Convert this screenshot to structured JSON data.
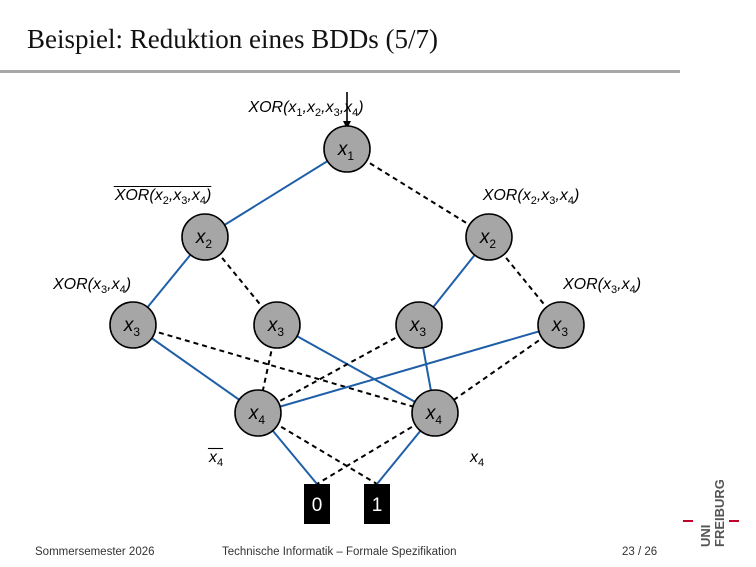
{
  "slide": {
    "title": "Beispiel: Reduktion eines BDDs (5/7)"
  },
  "diagram": {
    "root_label": {
      "fn": "XOR",
      "args": "x1,x2,x3,x4",
      "overline": false
    },
    "labels": [
      {
        "id": "lbl-x2-left",
        "fn": "XOR",
        "args": "x2,x3,x4",
        "overline": true
      },
      {
        "id": "lbl-x2-right",
        "fn": "XOR",
        "args": "x2,x3,x4",
        "overline": false
      },
      {
        "id": "lbl-x3-left",
        "fn": "XOR",
        "args": "x3,x4",
        "overline": false
      },
      {
        "id": "lbl-x3-right",
        "fn": "XOR",
        "args": "x3,x4",
        "overline": false
      },
      {
        "id": "lbl-x4-left",
        "fn": "",
        "args": "x4",
        "overline": true
      },
      {
        "id": "lbl-x4-right",
        "fn": "",
        "args": "x4",
        "overline": false
      }
    ],
    "nodes": [
      {
        "id": "n1",
        "var": "x1"
      },
      {
        "id": "n2a",
        "var": "x2"
      },
      {
        "id": "n2b",
        "var": "x2"
      },
      {
        "id": "n3a",
        "var": "x3"
      },
      {
        "id": "n3b",
        "var": "x3"
      },
      {
        "id": "n3c",
        "var": "x3"
      },
      {
        "id": "n3d",
        "var": "x3"
      },
      {
        "id": "n4a",
        "var": "x4"
      },
      {
        "id": "n4b",
        "var": "x4"
      }
    ],
    "terminals": [
      {
        "id": "t0",
        "value": "0"
      },
      {
        "id": "t1",
        "value": "1"
      }
    ],
    "edges": [
      {
        "from": "n1",
        "to": "n2a",
        "kind": "high"
      },
      {
        "from": "n1",
        "to": "n2b",
        "kind": "low"
      },
      {
        "from": "n2a",
        "to": "n3a",
        "kind": "high"
      },
      {
        "from": "n2a",
        "to": "n3b",
        "kind": "low"
      },
      {
        "from": "n2b",
        "to": "n3c",
        "kind": "high"
      },
      {
        "from": "n2b",
        "to": "n3d",
        "kind": "low"
      },
      {
        "from": "n3a",
        "to": "n4a",
        "kind": "high"
      },
      {
        "from": "n3a",
        "to": "n4b",
        "kind": "low"
      },
      {
        "from": "n3b",
        "to": "n4b",
        "kind": "high"
      },
      {
        "from": "n3b",
        "to": "n4a",
        "kind": "low"
      },
      {
        "from": "n3c",
        "to": "n4b",
        "kind": "high"
      },
      {
        "from": "n3c",
        "to": "n4a",
        "kind": "low"
      },
      {
        "from": "n3d",
        "to": "n4a",
        "kind": "high"
      },
      {
        "from": "n3d",
        "to": "n4b",
        "kind": "low"
      },
      {
        "from": "n4a",
        "to": "t0",
        "kind": "high"
      },
      {
        "from": "n4a",
        "to": "t1",
        "kind": "low"
      },
      {
        "from": "n4b",
        "to": "t1",
        "kind": "high"
      },
      {
        "from": "n4b",
        "to": "t0",
        "kind": "low"
      }
    ],
    "colors": {
      "high_edge": "#1f5fa8",
      "low_edge": "#000000",
      "node_fill": "#a6a6a6",
      "terminal_fill": "#000000",
      "terminal_text": "#ffffff"
    }
  },
  "footer": {
    "semester": "Sommersemester 2026",
    "course": "Technische Informatik – Formale Spezifikation",
    "page": "23 / 26"
  },
  "logo": {
    "line1": "UNI",
    "line2": "FREIBURG",
    "accent": "#c1002a"
  }
}
